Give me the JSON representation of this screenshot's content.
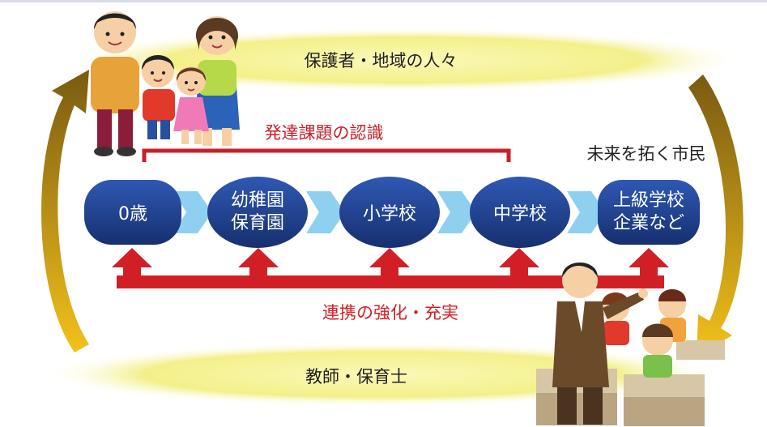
{
  "diagram": {
    "top_band_label": "保護者・地域の人々",
    "bottom_band_label": "教師・保育士",
    "recognition_label": "発達課題の認識",
    "future_label": "未来を拓く市民",
    "cooperation_label": "連携の強化・充実",
    "stages": [
      {
        "line1": "0歳",
        "line2": ""
      },
      {
        "line1": "幼稚園",
        "line2": "保育園"
      },
      {
        "line1": "小学校",
        "line2": ""
      },
      {
        "line1": "中学校",
        "line2": ""
      },
      {
        "line1": "上級学校",
        "line2": "企業など"
      }
    ],
    "colors": {
      "stage_fill": "#1f3f8f",
      "stage_text": "#ffffff",
      "chevron": "#8fd0f0",
      "red": "#d21f26",
      "bracket": "#c8202a",
      "band": "#f3f08a",
      "cycle_arrow": "#a8831f",
      "label_dark": "#222222"
    }
  }
}
